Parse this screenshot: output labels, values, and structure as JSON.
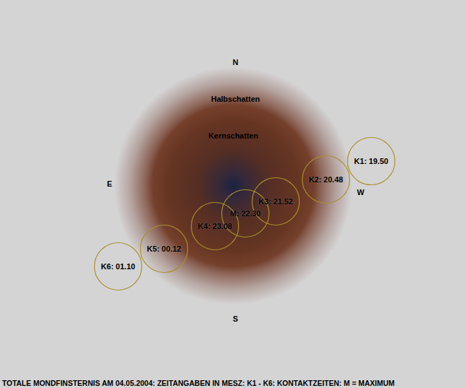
{
  "diagram": {
    "caption": "TOTALE MONDFINSTERNIS AM 04.05.2004: ZEITANGABEN IN MESZ: K1 - K6: KONTAKTZEITEN: M = MAXIMUM",
    "nodes": [
      {
        "text": [
          "K1: 19.50"
        ]
      },
      {
        "text": [
          "K2: 20.48"
        ]
      },
      {
        "text": [
          "K3: 21.52"
        ]
      },
      {
        "text": [
          "M: 22.30"
        ]
      },
      {
        "text": [
          "K4: 23.08"
        ]
      },
      {
        "text": [
          "K5: 00.12"
        ]
      },
      {
        "text": [
          "K6: 01.10"
        ]
      }
    ],
    "labels": [
      "N",
      "Halbschatten",
      "Kernschatten",
      "E",
      "W",
      "S"
    ]
  }
}
